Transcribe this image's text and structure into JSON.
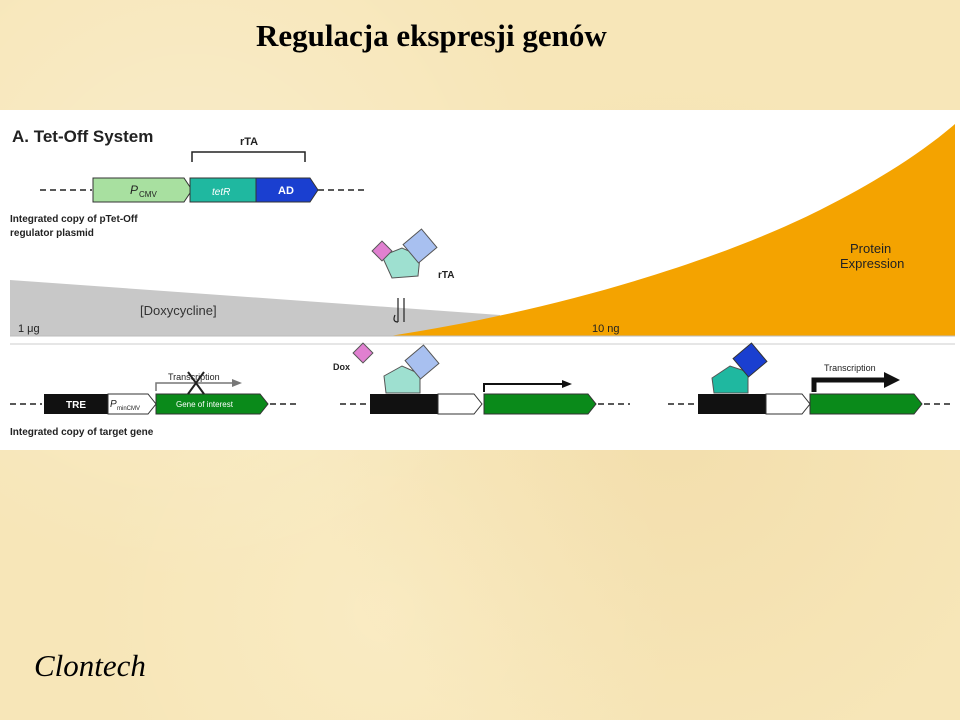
{
  "slide": {
    "title": "Regulacja ekspresji genów",
    "credit": "Clontech"
  },
  "figure": {
    "panel_title": "A. Tet-Off System",
    "rta_bracket": "rTA",
    "promoter_label": "P",
    "promoter_sub": "CMV",
    "tetr_label": "tetR",
    "ad_label": "AD",
    "regulator_caption_1": "Integrated copy of pTet-Off",
    "regulator_caption_2": "regulator plasmid",
    "rta_protein_label": "rTA",
    "doxycycline_label": "[Doxycycline]",
    "dose_high": "1 μg",
    "dose_low": "10 ng",
    "protein_expression_1": "Protein",
    "protein_expression_2": "Expression",
    "dox_label": "Dox",
    "tre_label": "TRE",
    "pmin_label": "P",
    "pmin_sub": "minCMV",
    "gene_label": "Gene of interest",
    "transcription_blocked": "Transcription",
    "transcription_active": "Transcription",
    "target_caption": "Integrated copy of target gene"
  },
  "colors": {
    "background": "#f7e6b8",
    "promoter_green": "#a8e0a0",
    "tetr_teal": "#1fb8a0",
    "ad_blue": "#1a3fd0",
    "gene_green": "#0a8a1a",
    "doxycycline_gray": "#c8c8c8",
    "expression_orange": "#f4a300",
    "dox_pink": "#e080d0",
    "rta_teal_light": "#9ee0d0",
    "rta_blue_light": "#a8c0f0"
  }
}
